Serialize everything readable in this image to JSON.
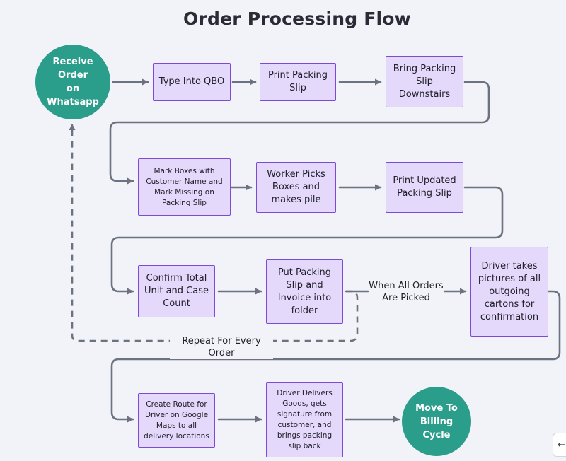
{
  "title": "Order Processing Flow",
  "colors": {
    "background": "#f2f3f8",
    "box_fill": "#e4d8fb",
    "box_border": "#7c4ad6",
    "circle_fill": "#2a9d8b",
    "arrow": "#6b7280"
  },
  "nodes": {
    "receive_order": "Receive Order\non Whatsapp",
    "type_into_qbo": "Type Into QBO",
    "print_packing_slip": "Print Packing\nSlip",
    "bring_packing_slip": "Bring Packing\nSlip\nDownstairs",
    "mark_boxes": "Mark Boxes with\nCustomer Name and\nMark Missing on\nPacking Slip",
    "worker_picks": "Worker Picks\nBoxes and\nmakes pile",
    "print_updated": "Print Updated\nPacking Slip",
    "confirm_total": "Confirm Total\nUnit and Case\nCount",
    "put_packing_slip": "Put Packing\nSlip and\nInvoice into\nfolder",
    "driver_pictures": "Driver takes\npictures of all\noutgoing\ncartons for\nconfirmation",
    "create_route": "Create Route for\nDriver on Google\nMaps to all\ndelivery locations",
    "driver_delivers": "Driver Delivers\nGoods, gets\nsignature from\ncustomer, and\nbrings packing\nslip back",
    "billing_cycle": "Move To\nBilling Cycle"
  },
  "edge_labels": {
    "when_all_orders": "When All Orders\nAre Picked",
    "repeat": "Repeat For Every Order"
  },
  "icons": {
    "corner_button": "arrow-left-icon"
  }
}
